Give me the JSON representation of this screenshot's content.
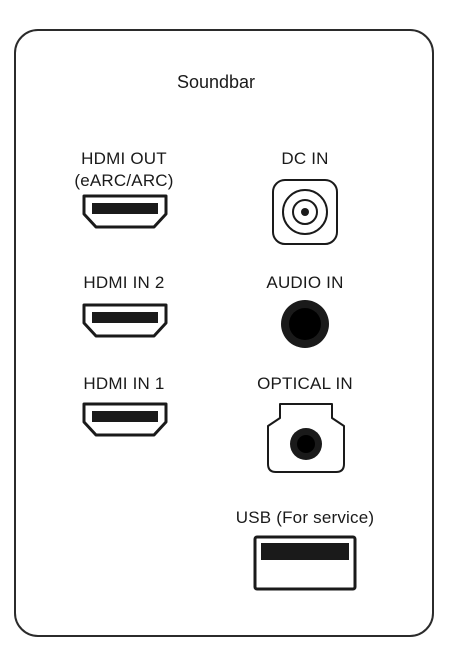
{
  "panel": {
    "title": "Soundbar"
  },
  "left_ports": {
    "hdmi_out": {
      "label_line1": "HDMI OUT",
      "label_line2": "(eARC/ARC)",
      "icon": "hdmi-port-icon"
    },
    "hdmi_in_2": {
      "label": "HDMI IN 2",
      "icon": "hdmi-port-icon"
    },
    "hdmi_in_1": {
      "label": "HDMI IN 1",
      "icon": "hdmi-port-icon"
    }
  },
  "right_ports": {
    "dc_in": {
      "label": "DC IN",
      "icon": "dc-barrel-jack-icon"
    },
    "audio_in": {
      "label": "AUDIO IN",
      "icon": "audio-jack-icon"
    },
    "optical_in": {
      "label": "OPTICAL IN",
      "icon": "optical-port-icon"
    },
    "usb": {
      "label": "USB (For service)",
      "icon": "usb-port-icon"
    }
  },
  "colors": {
    "stroke": "#1a1a1a",
    "background": "#ffffff"
  }
}
